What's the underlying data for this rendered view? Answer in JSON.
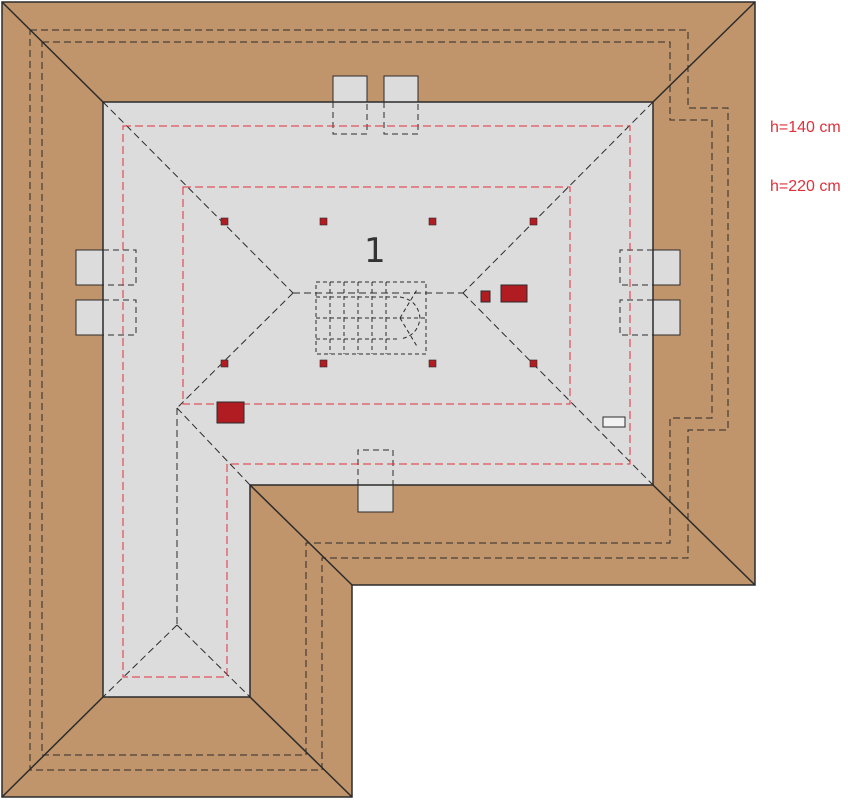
{
  "plan": {
    "room_number": "1",
    "legend": {
      "line_140": "h=140 cm",
      "line_220": "h=220 cm"
    },
    "colors": {
      "roof": "#c0956b",
      "floor": "#dcdcdc",
      "outline": "#2b2b2b",
      "height_line": "#e0303a",
      "chimney": "#b01c22"
    }
  }
}
